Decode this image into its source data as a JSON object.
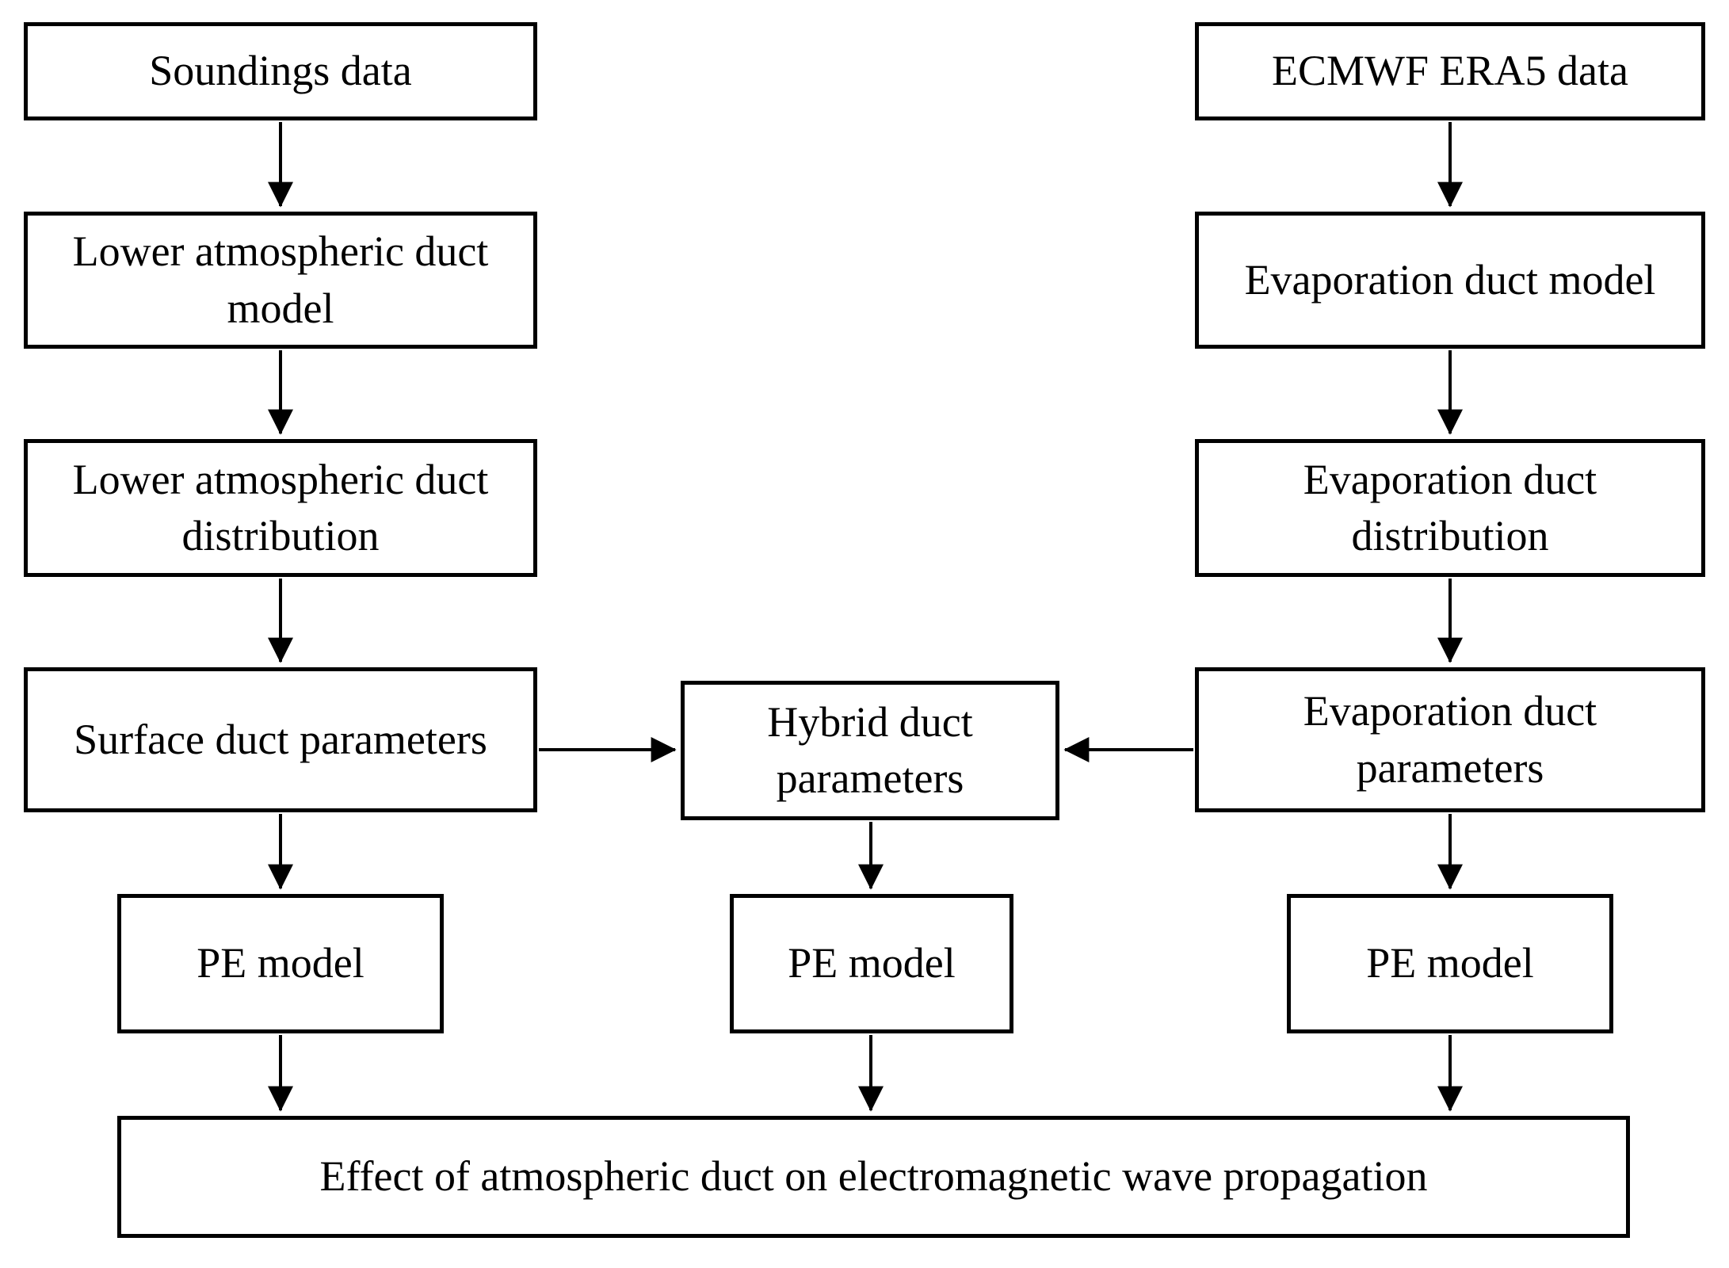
{
  "diagram": {
    "type": "flowchart",
    "background_color": "#ffffff",
    "line_color": "#000000",
    "box_fill_color": "#ffffff",
    "nodes": {
      "soundings_data": {
        "label": "Soundings data"
      },
      "lower_atmospheric_duct_model": {
        "label": "Lower atmospheric duct model"
      },
      "lower_atmospheric_duct_distribution": {
        "label": "Lower atmospheric duct distribution"
      },
      "surface_duct_parameters": {
        "label": "Surface duct parameters"
      },
      "hybrid_duct_parameters": {
        "label": "Hybrid duct parameters"
      },
      "ecmwf_era5_data": {
        "label": "ECMWF ERA5 data"
      },
      "evaporation_duct_model": {
        "label": "Evaporation duct model"
      },
      "evaporation_duct_distribution": {
        "label": "Evaporation duct distribution"
      },
      "evaporation_duct_parameters": {
        "label": "Evaporation duct parameters"
      },
      "pe_model_left": {
        "label": "PE model"
      },
      "pe_model_middle": {
        "label": "PE model"
      },
      "pe_model_right": {
        "label": "PE model"
      },
      "effect_of_atmospheric_duct": {
        "label": "Effect of atmospheric duct on electromagnetic wave propagation"
      }
    },
    "edges": [
      {
        "from": "soundings_data",
        "to": "lower_atmospheric_duct_model"
      },
      {
        "from": "lower_atmospheric_duct_model",
        "to": "lower_atmospheric_duct_distribution"
      },
      {
        "from": "lower_atmospheric_duct_distribution",
        "to": "surface_duct_parameters"
      },
      {
        "from": "surface_duct_parameters",
        "to": "hybrid_duct_parameters"
      },
      {
        "from": "surface_duct_parameters",
        "to": "pe_model_left"
      },
      {
        "from": "ecmwf_era5_data",
        "to": "evaporation_duct_model"
      },
      {
        "from": "evaporation_duct_model",
        "to": "evaporation_duct_distribution"
      },
      {
        "from": "evaporation_duct_distribution",
        "to": "evaporation_duct_parameters"
      },
      {
        "from": "evaporation_duct_parameters",
        "to": "hybrid_duct_parameters"
      },
      {
        "from": "evaporation_duct_parameters",
        "to": "pe_model_right"
      },
      {
        "from": "hybrid_duct_parameters",
        "to": "pe_model_middle"
      },
      {
        "from": "pe_model_left",
        "to": "effect_of_atmospheric_duct"
      },
      {
        "from": "pe_model_middle",
        "to": "effect_of_atmospheric_duct"
      },
      {
        "from": "pe_model_right",
        "to": "effect_of_atmospheric_duct"
      }
    ]
  }
}
